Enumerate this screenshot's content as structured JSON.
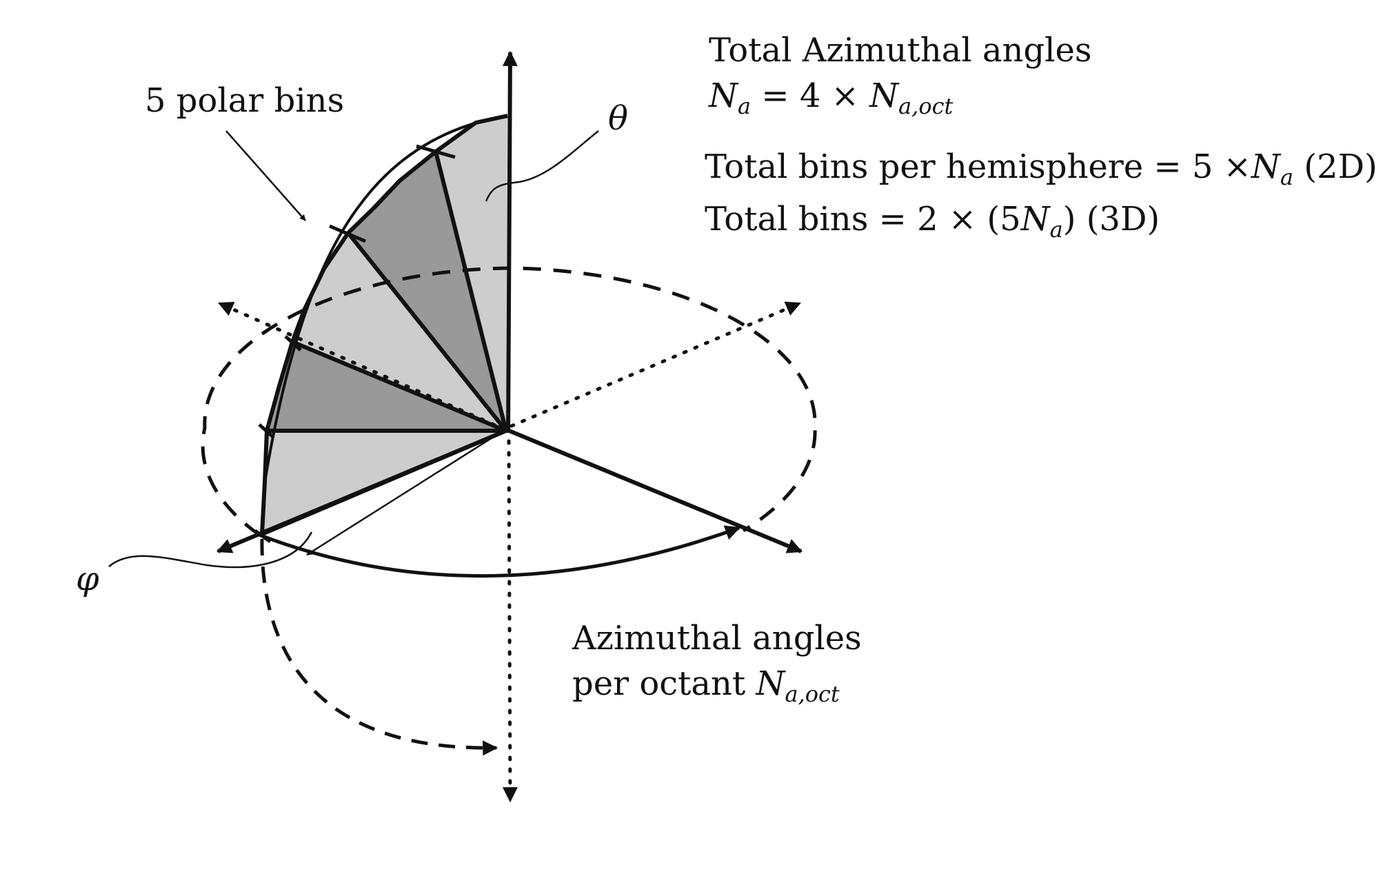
{
  "labels": {
    "polar_bins": "5 polar bins",
    "theta": "θ",
    "phi": "φ",
    "total_azimuthal_title": "Total Azimuthal angles",
    "total_azimuthal_formula": {
      "N": "N",
      "sub_a": "a",
      "equals": " = 4 × ",
      "N2": "N",
      "sub_aoct": "a,oct"
    },
    "bins_hemisphere": {
      "prefix": "Total bins per hemisphere = 5 ×",
      "N": "N",
      "sub_a": "a",
      "suffix": " (2D)"
    },
    "bins_total": {
      "prefix": "Total bins = 2 × (5",
      "N": "N",
      "sub_a": "a",
      "suffix": ") (3D)"
    },
    "azimuthal_per_octant_line1": "Azimuthal angles",
    "azimuthal_per_octant_line2": {
      "prefix": "per octant  ",
      "N": "N",
      "sub_aoct": "a,oct"
    }
  },
  "colors": {
    "light_bin": "#cdcdcd",
    "dark_bin": "#999999",
    "stroke": "#111111"
  }
}
